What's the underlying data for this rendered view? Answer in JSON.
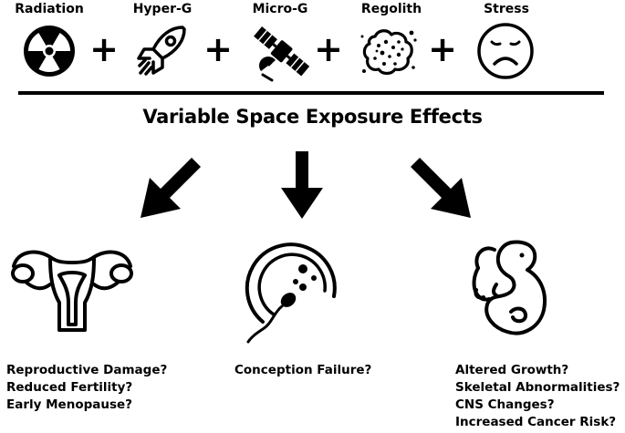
{
  "factors": [
    {
      "label": "Radiation",
      "icon": "radiation-icon"
    },
    {
      "label": "Hyper-G",
      "icon": "rocket-icon"
    },
    {
      "label": "Micro-G",
      "icon": "satellite-icon"
    },
    {
      "label": "Regolith",
      "icon": "regolith-icon"
    },
    {
      "label": "Stress",
      "icon": "sad-face-icon"
    }
  ],
  "plus_symbol": "+",
  "title": "Variable Space Exposure Effects",
  "outcomes": [
    {
      "icon": "uterus-icon",
      "effects": [
        "Reproductive Damage?",
        "Reduced Fertility?",
        "Early Menopause?"
      ]
    },
    {
      "icon": "conception-icon",
      "effects": [
        "Conception Failure?"
      ]
    },
    {
      "icon": "fetus-icon",
      "effects": [
        "Altered Growth?",
        "Skeletal Abnormalities?",
        "CNS Changes?",
        "Increased Cancer Risk?"
      ]
    }
  ]
}
